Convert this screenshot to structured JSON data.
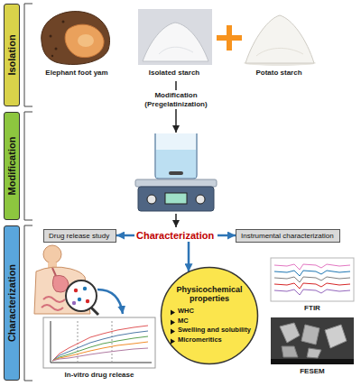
{
  "diagram": {
    "nodes": [
      {
        "text": [
          "Isolation"
        ]
      },
      {
        "text": [
          "Modification"
        ]
      },
      {
        "text": [
          "Characterization"
        ]
      },
      {
        "text": [
          "Drug release study"
        ]
      },
      {
        "text": [
          "Characterization"
        ]
      },
      {
        "text": [
          "Instrumental characterization"
        ]
      },
      {
        "text": [
          "Physicochemical properties",
          "WHC",
          "MC",
          "Swelling and solubility",
          "Micromeritics"
        ]
      }
    ],
    "edges": [
      {
        "from": 4,
        "to": 3,
        "arrow": "to"
      },
      {
        "from": 4,
        "to": 5,
        "arrow": "to"
      },
      {
        "from": 4,
        "to": 6,
        "arrow": "to"
      }
    ],
    "labels": [
      "Elephant foot yam",
      "Isolated starch",
      "Potato starch",
      "Modification (Pregelatinization)",
      "In-vitro drug release",
      "FTIR",
      "FESEM"
    ]
  }
}
